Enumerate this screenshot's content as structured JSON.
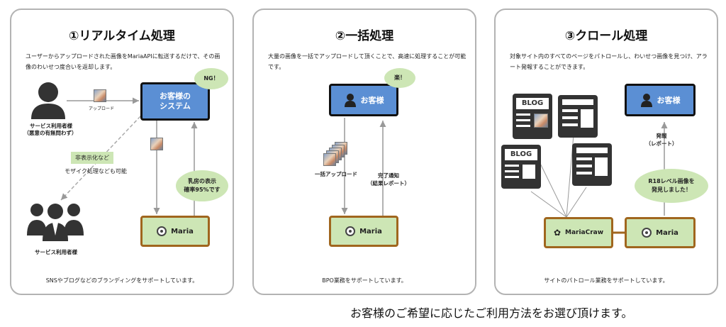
{
  "panels": [
    {
      "title": "①リアルタイム処理",
      "desc": "ユーザーからアップロードされた画像をMariaAPIに転送するだけで、その画像のわいせつ度合いを返却します。",
      "user_label": "サービス利用者様",
      "user_sub": "（悪意の有無問わず）",
      "upload_label": "アップロード",
      "system_label1": "お客様の",
      "system_label2": "システム",
      "ng_bubble": "NG！",
      "tag_label": "非表示化など",
      "mosaic_label": "モザイク処理なども可能",
      "result_bubble1": "乳房の表示",
      "result_bubble2": "確率95%です",
      "maria_label": "Maria",
      "group_label": "サービス利用者様",
      "footer": "SNSやブログなどのブランディングをサポートしています。"
    },
    {
      "title": "②一括処理",
      "desc": "大量の画像を一括でアップロードして頂くことで、高速に処理することが可能です。",
      "customer_label": "お客様",
      "easy_bubble": "楽！",
      "bulk_label": "一括アップロード",
      "done_label1": "完了通知",
      "done_label2": "（結果レポート）",
      "maria_label": "Maria",
      "footer": "BPO業務をサポートしています。"
    },
    {
      "title": "③クロール処理",
      "desc": "対象サイト内のすべてのページをパトロールし、わいせつ画像を見つけ、アラート発報することができます。",
      "customer_label": "お客様",
      "blog_label": "BLOG",
      "report_label1": "発報",
      "report_label2": "（レポート）",
      "r18_bubble1": "R18レベル画像を",
      "r18_bubble2": "発見しました！",
      "crawler_label": "MariaCraw",
      "maria_label": "Maria",
      "footer": "サイトのパトロール業務をサポートしています。"
    }
  ],
  "caption": "お客様のご希望に応じたご利用方法をお選び頂けます。",
  "colors": {
    "blue": "#5b8fd4",
    "green": "#cde6b5",
    "brown": "#a0661e",
    "border": "#b3b3b3"
  }
}
